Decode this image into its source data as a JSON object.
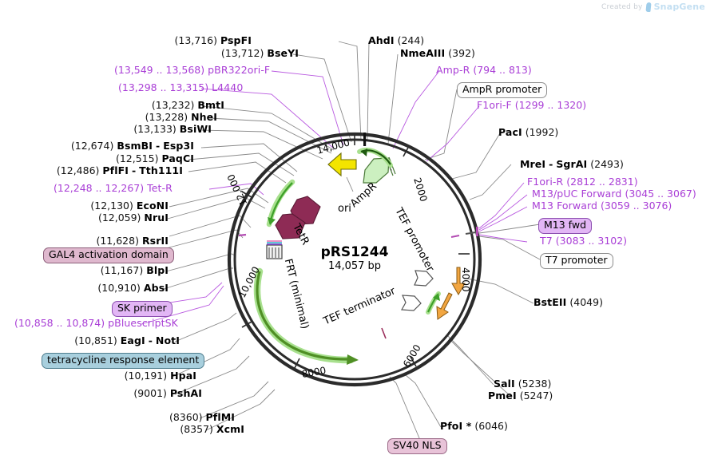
{
  "watermark": {
    "prefix": "Created by",
    "brand": "SnapGene"
  },
  "plasmid": {
    "name": "pRS1244",
    "size": "14,057 bp",
    "length_bp": 14057
  },
  "ticks": [
    {
      "label": "2000",
      "bp": 2000
    },
    {
      "label": "4000",
      "bp": 4000
    },
    {
      "label": "6000",
      "bp": 6000
    },
    {
      "label": "8000",
      "bp": 8000
    },
    {
      "label": "10,000",
      "bp": 10000
    },
    {
      "label": "12,000",
      "bp": 12000
    },
    {
      "label": "14,000",
      "bp": 14000
    }
  ],
  "inner_features": [
    {
      "name": "ori",
      "kind": "arrow",
      "color": "#f3e500"
    },
    {
      "name": "AmpR",
      "kind": "arrow",
      "color": "#ccf0c0"
    },
    {
      "name": "TetR",
      "kind": "arrow",
      "color": "#8e2b55"
    },
    {
      "name": "FRT (minimal)",
      "kind": "site",
      "color": "#7b7b7b"
    },
    {
      "name": "TEF promoter",
      "kind": "label",
      "color": "#000000"
    },
    {
      "name": "TEF terminator",
      "kind": "label",
      "color": "#000000"
    }
  ],
  "left_labels": [
    {
      "id": "pspfi",
      "pos": "(13,716)",
      "name": "PspFI",
      "style": "enzyme"
    },
    {
      "id": "bseyi",
      "pos": "(13,712)",
      "name": "BseYI",
      "style": "enzyme"
    },
    {
      "id": "pbr322ori-f",
      "pos": "(13,549 .. 13,568)",
      "name": "pBR322ori-F",
      "style": "primer"
    },
    {
      "id": "l4440",
      "pos": "(13,298 .. 13,315)",
      "name": "L4440",
      "style": "primer"
    },
    {
      "id": "bmti",
      "pos": "(13,232)",
      "name": "BmtI",
      "style": "enzyme"
    },
    {
      "id": "nhei",
      "pos": "(13,228)",
      "name": "NheI",
      "style": "enzyme"
    },
    {
      "id": "bsiwi",
      "pos": "(13,133)",
      "name": "BsiWI",
      "style": "enzyme"
    },
    {
      "id": "bsmbi-esp3i",
      "pos": "(12,674)",
      "name": "BsmBI",
      "name2": "Esp3I",
      "style": "enzyme"
    },
    {
      "id": "paqci",
      "pos": "(12,515)",
      "name": "PaqCI",
      "style": "enzyme"
    },
    {
      "id": "pflfi-tth111i",
      "pos": "(12,486)",
      "name": "PflFI",
      "name2": "Tth111I",
      "style": "enzyme"
    },
    {
      "id": "tet-r",
      "pos": "(12,248 .. 12,267)",
      "name": "Tet-R",
      "style": "primer"
    },
    {
      "id": "econi",
      "pos": "(12,130)",
      "name": "EcoNI",
      "style": "enzyme"
    },
    {
      "id": "nrui",
      "pos": "(12,059)",
      "name": "NruI",
      "style": "enzyme"
    },
    {
      "id": "rsrii",
      "pos": "(11,628)",
      "name": "RsrII",
      "style": "enzyme"
    },
    {
      "id": "blpi",
      "pos": "(11,167)",
      "name": "BlpI",
      "style": "enzyme"
    },
    {
      "id": "absi",
      "pos": "(10,910)",
      "name": "AbsI",
      "style": "enzyme"
    },
    {
      "id": "pbluescriptsk",
      "pos": "(10,858 .. 10,874)",
      "name": "pBluescriptSK",
      "style": "primer"
    },
    {
      "id": "eagi-noti",
      "pos": "(10,851)",
      "name": "EagI",
      "name2": "NotI",
      "style": "enzyme"
    },
    {
      "id": "hpai",
      "pos": "(10,191)",
      "name": "HpaI",
      "style": "enzyme"
    },
    {
      "id": "pshai",
      "pos": "(9001)",
      "name": "PshAI",
      "style": "enzyme"
    },
    {
      "id": "pflmi",
      "pos": "(8360)",
      "name": "PflMI",
      "style": "enzyme"
    },
    {
      "id": "xcmi",
      "pos": "(8357)",
      "name": "XcmI",
      "style": "enzyme"
    }
  ],
  "left_chips": [
    {
      "id": "gal4-activation-domain",
      "text": "GAL4 activation domain",
      "tone": "mauve"
    },
    {
      "id": "sk-primer",
      "text": "SK primer",
      "tone": "violet"
    },
    {
      "id": "tetracycline-response-element",
      "text": "tetracycline response element",
      "tone": "blue"
    }
  ],
  "right_labels": [
    {
      "id": "ahdi",
      "name": "AhdI",
      "pos": "(244)",
      "style": "enzyme"
    },
    {
      "id": "nmeaiii",
      "name": "NmeAIII",
      "pos": "(392)",
      "style": "enzyme"
    },
    {
      "id": "amp-r",
      "name": "Amp-R",
      "pos": "(794 .. 813)",
      "style": "primer"
    },
    {
      "id": "f1ori-f",
      "name": "F1ori-F",
      "pos": "(1299 .. 1320)",
      "style": "primer"
    },
    {
      "id": "paci",
      "name": "PacI",
      "pos": "(1992)",
      "style": "enzyme"
    },
    {
      "id": "mrei-sgrai",
      "name": "MreI",
      "name2": "SgrAI",
      "pos": "(2493)",
      "style": "enzyme"
    },
    {
      "id": "f1ori-r",
      "name": "F1ori-R",
      "pos": "(2812 .. 2831)",
      "style": "primer"
    },
    {
      "id": "m13puc-fwd",
      "name": "M13/pUC Forward",
      "pos": "(3045 .. 3067)",
      "style": "primer"
    },
    {
      "id": "m13-forward",
      "name": "M13 Forward",
      "pos": "(3059 .. 3076)",
      "style": "primer"
    },
    {
      "id": "t7",
      "name": "T7",
      "pos": "(3083 .. 3102)",
      "style": "primer"
    },
    {
      "id": "bsteii",
      "name": "BstEII",
      "pos": "(4049)",
      "style": "enzyme"
    },
    {
      "id": "sali",
      "name": "SalI",
      "pos": "(5238)",
      "style": "enzyme"
    },
    {
      "id": "pmei",
      "name": "PmeI",
      "pos": "(5247)",
      "style": "enzyme"
    },
    {
      "id": "pfoi",
      "name": "PfoI *",
      "pos": "(6046)",
      "style": "enzyme"
    }
  ],
  "right_chips": [
    {
      "id": "ampr-promoter",
      "text": "AmpR promoter",
      "tone": "plain"
    },
    {
      "id": "m13-fwd",
      "text": "M13 fwd",
      "tone": "violet"
    },
    {
      "id": "t7-promoter",
      "text": "T7 promoter",
      "tone": "plain"
    },
    {
      "id": "sv40-nls",
      "text": "SV40 NLS",
      "tone": "pink"
    }
  ],
  "colors": {
    "primer_purple": "#a93ed6",
    "backbone": "#2b2b2b",
    "ori_yellow": "#f3e500",
    "ampr_green": "#ccf0c0",
    "tetr_maroon": "#8e2b55",
    "promoter_green": "#3ea02a",
    "orange": "#f2a641",
    "leader": "#808080"
  }
}
